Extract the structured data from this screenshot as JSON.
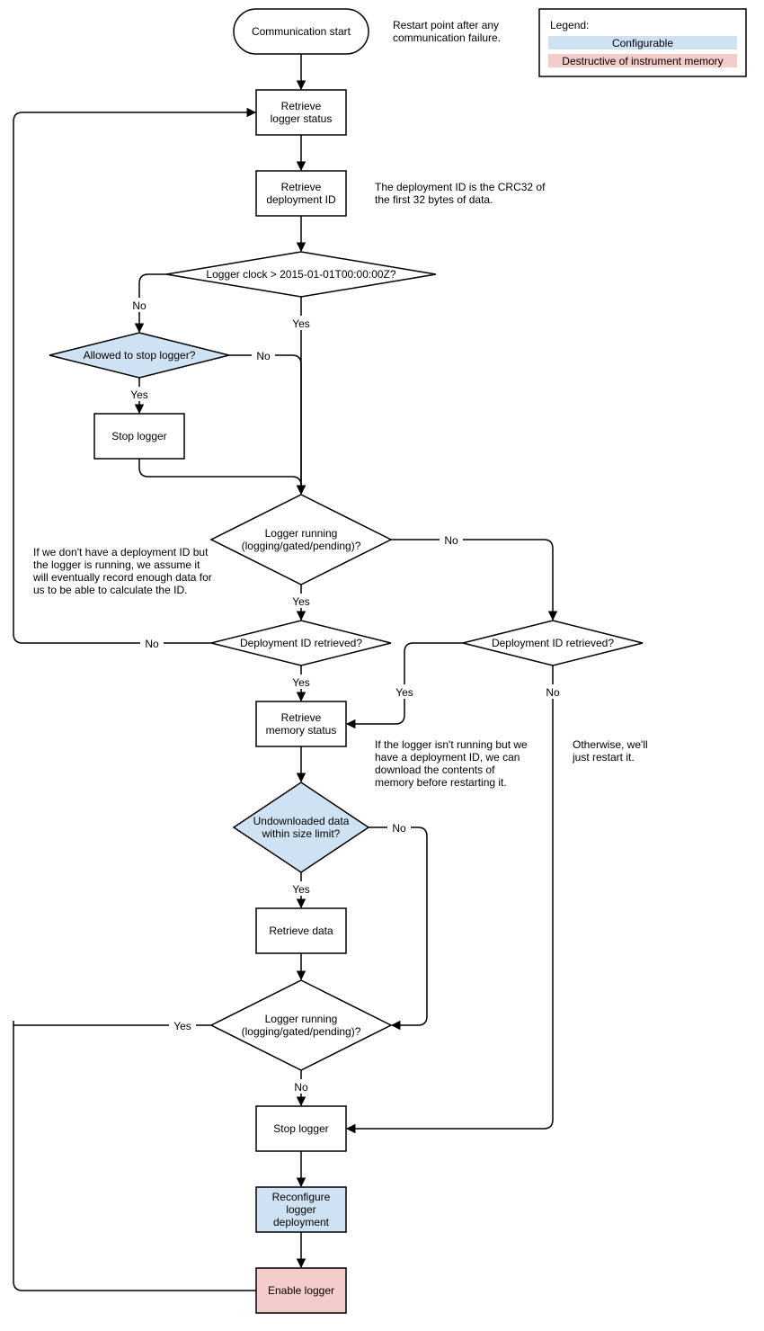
{
  "colors": {
    "configurable": "#cfe2f3",
    "destructive": "#f4cccc",
    "plain": "#ffffff",
    "stroke": "#000000"
  },
  "legend": {
    "title": "Legend:",
    "configurable": "Configurable",
    "destructive": "Destructive of instrument memory"
  },
  "nodes": {
    "start": [
      "Communication start"
    ],
    "retrieve_status": [
      "Retrieve",
      "logger status"
    ],
    "retrieve_deployment": [
      "Retrieve",
      "deployment ID"
    ],
    "clock_check": [
      "Logger clock > 2015-01-01T00:00:00Z?"
    ],
    "allowed_stop": [
      "Allowed to stop logger?"
    ],
    "stop_logger_1": [
      "Stop logger"
    ],
    "running_1": [
      "Logger running",
      "(logging/gated/pending)?"
    ],
    "deploy_id_left": [
      "Deployment ID retrieved?"
    ],
    "deploy_id_right": [
      "Deployment ID retrieved?"
    ],
    "retrieve_memory": [
      "Retrieve",
      "memory status"
    ],
    "undownloaded": [
      "Undownloaded data",
      "within size limit?"
    ],
    "retrieve_data": [
      "Retrieve data"
    ],
    "running_2": [
      "Logger running",
      "(logging/gated/pending)?"
    ],
    "stop_logger_2": [
      "Stop logger"
    ],
    "reconfigure": [
      "Reconfigure",
      "logger",
      "deployment"
    ],
    "enable": [
      "Enable logger"
    ]
  },
  "edge_labels": {
    "clock_no": "No",
    "clock_yes": "Yes",
    "allowed_no": "No",
    "allowed_yes": "Yes",
    "running1_no": "No",
    "running1_yes": "Yes",
    "deploy_left_no": "No",
    "deploy_left_yes": "Yes",
    "deploy_right_yes": "Yes",
    "deploy_right_no": "No",
    "undownloaded_no": "No",
    "undownloaded_yes": "Yes",
    "running2_yes": "Yes",
    "running2_no": "No"
  },
  "notes": {
    "restart": [
      "Restart point after any",
      "communication failure."
    ],
    "deployment_id": [
      "The deployment ID is the CRC32 of",
      "the first 32 bytes of data."
    ],
    "no_deployment": [
      "If we don't have a deployment ID but",
      "the logger is running, we assume it",
      "will eventually record enough data for",
      "us to be able to calculate the ID."
    ],
    "not_running": [
      "If the logger isn't running but we",
      "have a deployment ID, we can",
      "download the contents of",
      "memory before restarting it."
    ],
    "otherwise": [
      "Otherwise, we'll",
      "just restart it."
    ]
  }
}
